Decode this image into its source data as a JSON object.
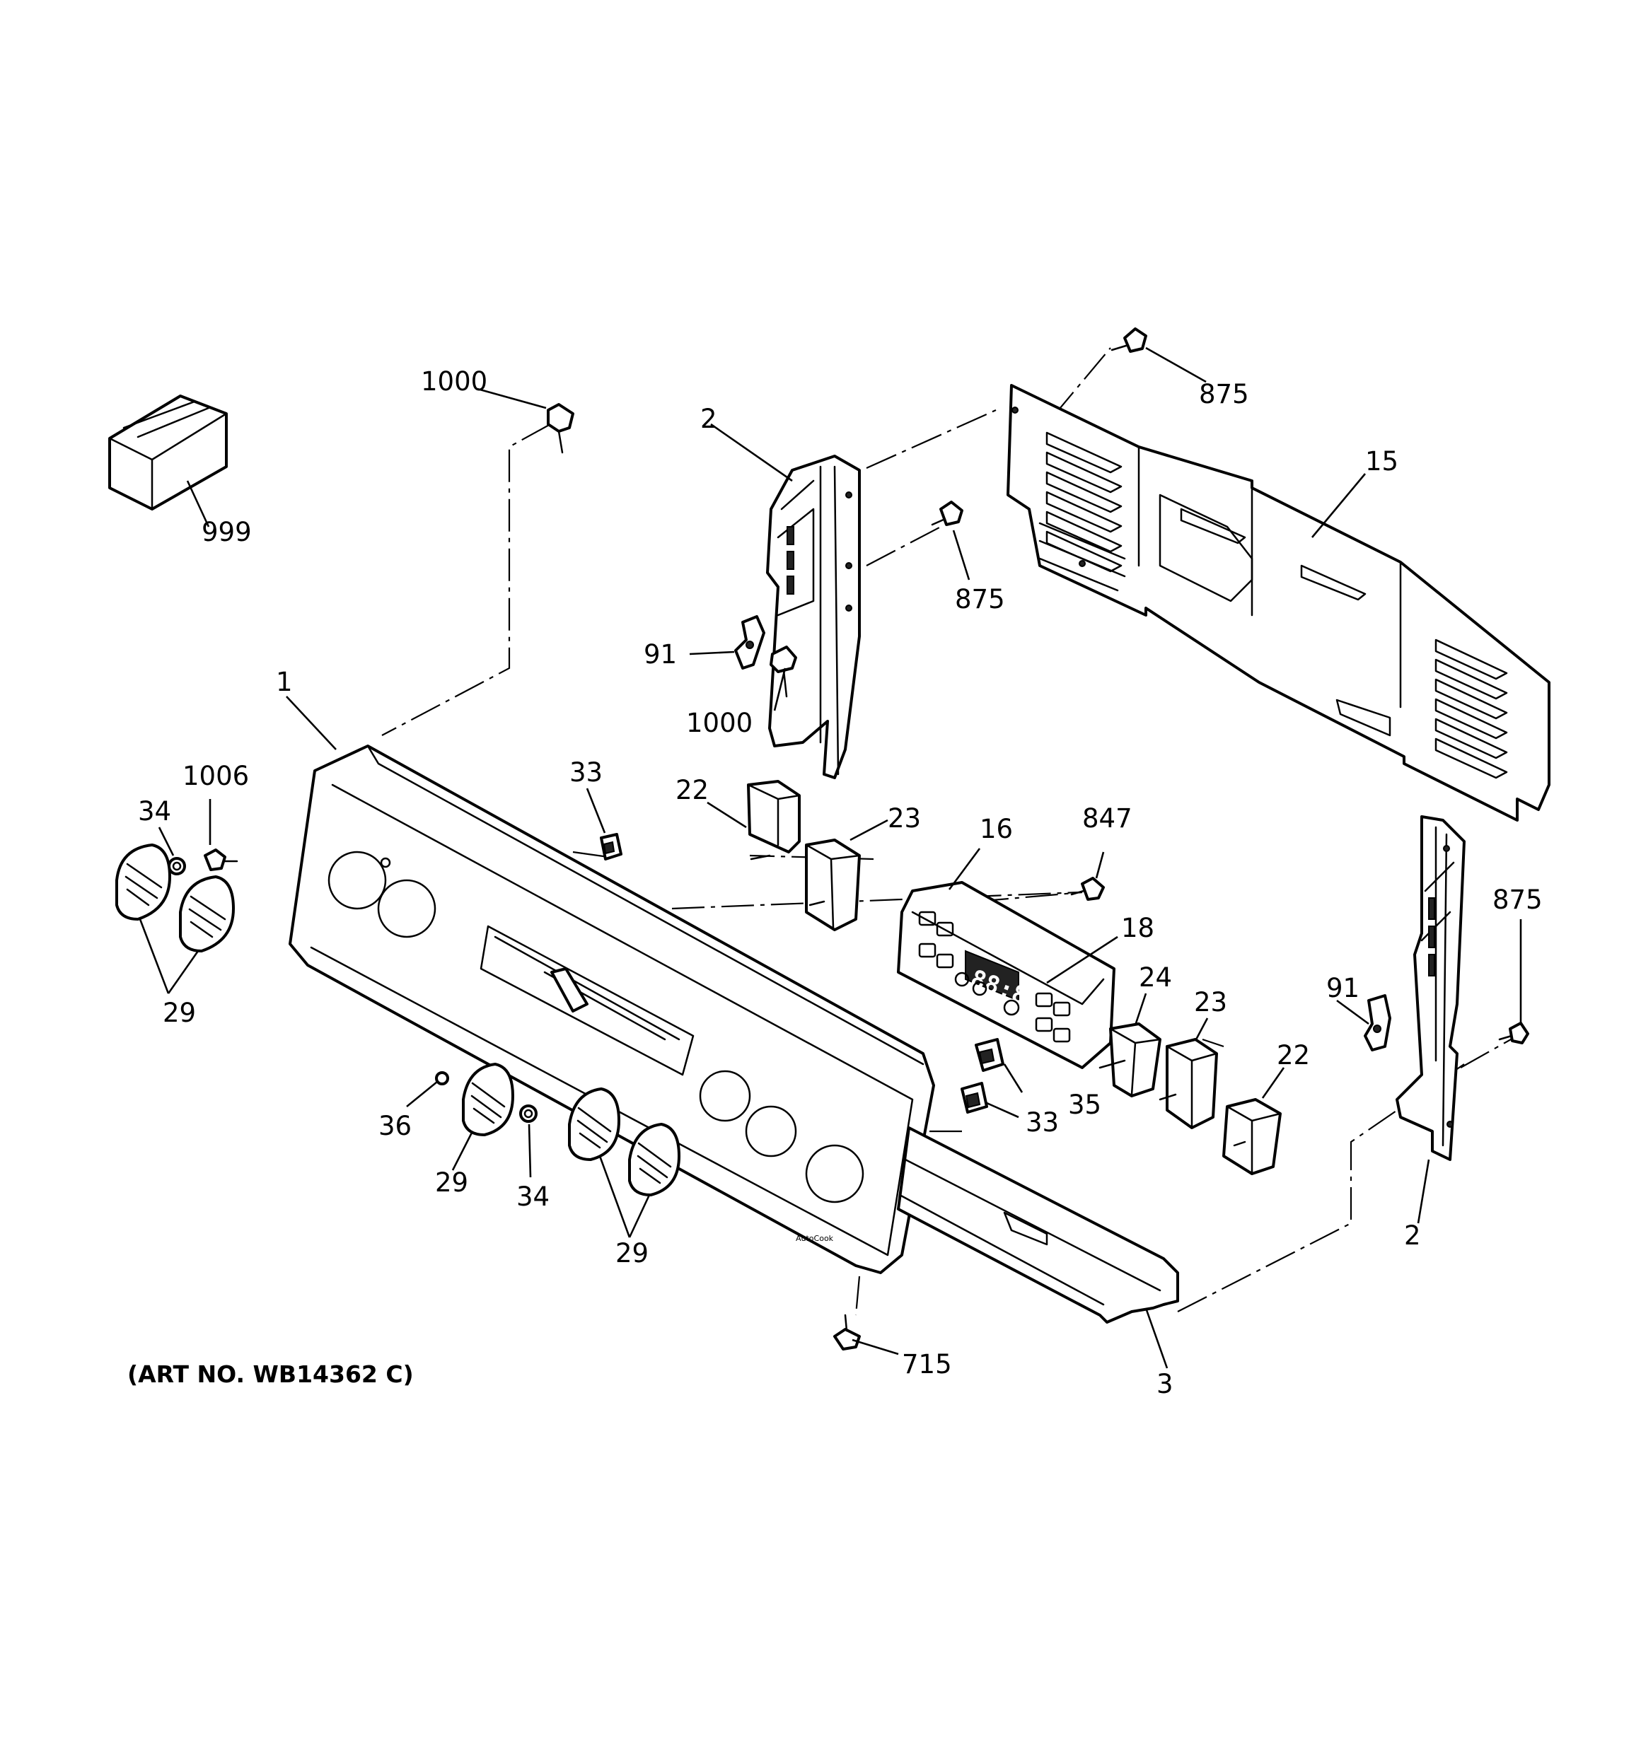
{
  "art_number": "(ART NO. WB14362 C)",
  "display_digits": "88:88",
  "callouts": {
    "c999": "999",
    "c1000_top": "1000",
    "c1000_mid": "1000",
    "c2_top": "2",
    "c2_right": "2",
    "c91_left": "91",
    "c91_right": "91",
    "c875_top": "875",
    "c875_mid": "875",
    "c875_right": "875",
    "c15": "15",
    "c1": "1",
    "c1006": "1006",
    "c34_left": "34",
    "c34_mid": "34",
    "c33_top": "33",
    "c33_bottom": "33",
    "c22_left": "22",
    "c22_right": "22",
    "c23_top": "23",
    "c23_right": "23",
    "c16": "16",
    "c847": "847",
    "c18": "18",
    "c24": "24",
    "c35": "35",
    "c29_left": "29",
    "c29_mid": "29",
    "c29_bottom": "29",
    "c36": "36",
    "c715": "715",
    "c3": "3"
  }
}
